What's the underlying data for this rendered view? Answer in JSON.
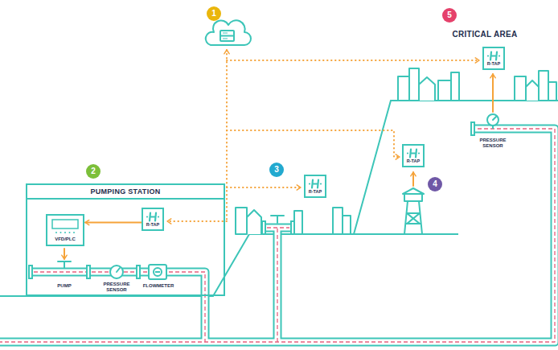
{
  "diagram": {
    "nodes": [
      {
        "text": [
          "PUMPING STATION"
        ]
      },
      {
        "text": [
          "VFD/PLC"
        ],
        "in": 0
      },
      {
        "text": [
          "R-TAP"
        ],
        "in": 0
      },
      {
        "text": [
          "R-TAP"
        ]
      },
      {
        "text": [
          "R-TAP"
        ]
      },
      {
        "text": [
          "R-TAP"
        ]
      }
    ],
    "edges": [
      {
        "from": 2,
        "to": 1,
        "arrow": "to"
      }
    ],
    "labels": [
      "1",
      "5",
      "CRITICAL AREA",
      "2",
      "3",
      "4",
      "PUMP",
      "PRESSURE SENSOR",
      "FLOWMETER",
      "PRESSURE SENSOR"
    ]
  }
}
